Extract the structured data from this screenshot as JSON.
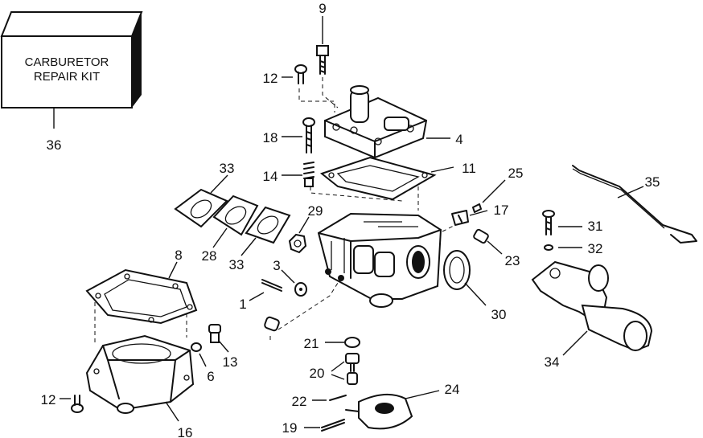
{
  "kit_label": [
    "CARBURETOR",
    "REPAIR KIT"
  ],
  "callouts": {
    "n1": "1",
    "n3": "3",
    "n4": "4",
    "n6": "6",
    "n8": "8",
    "n9": "9",
    "n11": "11",
    "n12a": "12",
    "n12b": "12",
    "n13": "13",
    "n14": "14",
    "n16": "16",
    "n17": "17",
    "n18": "18",
    "n19": "19",
    "n20": "20",
    "n21": "21",
    "n22": "22",
    "n23": "23",
    "n24": "24",
    "n25": "25",
    "n28": "28",
    "n29": "29",
    "n30": "30",
    "n31": "31",
    "n32": "32",
    "n33a": "33",
    "n33b": "33",
    "n34": "34",
    "n35": "35",
    "n36": "36"
  }
}
